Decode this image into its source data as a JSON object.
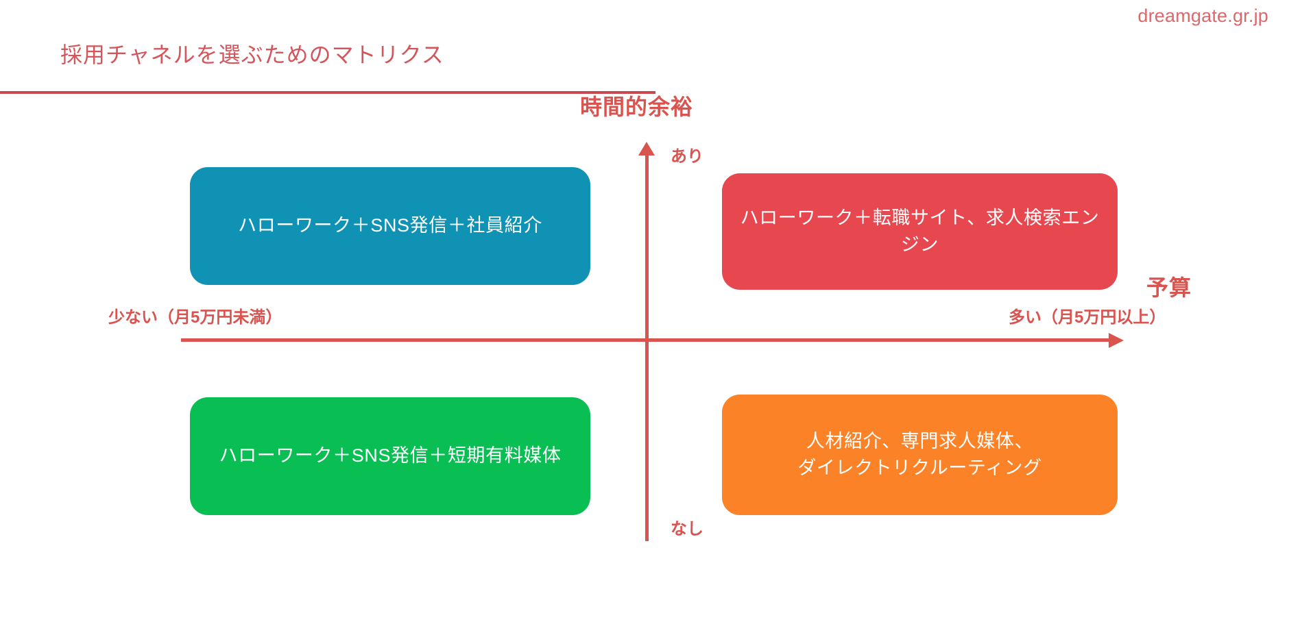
{
  "page": {
    "watermark": "dreamgate.gr.jp",
    "title": "採用チャネルを選ぶためのマトリクス"
  },
  "chart_data": {
    "type": "scatter",
    "title": "採用チャネルを選ぶためのマトリクス",
    "xlabel": "予算",
    "ylabel": "時間的余裕",
    "grid": false,
    "legend": "none",
    "x_axis": {
      "name": "予算",
      "low_label": "少ない（月5万円未満）",
      "high_label": "多い（月5万円以上）",
      "arrow": "right"
    },
    "y_axis": {
      "name": "時間的余裕",
      "high_label": "あり",
      "low_label": "なし",
      "arrow": "up"
    },
    "quadrants": [
      {
        "id": "top-left",
        "x": "少ない（月5万円未満）",
        "y": "あり",
        "label": "ハローワーク＋SNS発信＋社員紹介",
        "color": "#0f92b4"
      },
      {
        "id": "top-right",
        "x": "多い（月5万円以上）",
        "y": "あり",
        "label": "ハローワーク＋転職サイト、求人検索エンジン",
        "color": "#e7484f"
      },
      {
        "id": "bottom-left",
        "x": "少ない（月5万円未満）",
        "y": "なし",
        "label": "ハローワーク＋SNS発信＋短期有料媒体",
        "color": "#09bf53"
      },
      {
        "id": "bottom-right",
        "x": "多い（月5万円以上）",
        "y": "なし",
        "label_line1": "人材紹介、専門求人媒体、",
        "label_line2": "ダイレクトリクルーティング",
        "color": "#fb8227"
      }
    ]
  },
  "colors": {
    "accent_red": "#d9534f",
    "title_red": "#d3565d",
    "rule_red": "#c9474f",
    "watermark_red": "#d8696e",
    "teal": "#0f92b4",
    "red": "#e7484f",
    "green": "#09bf53",
    "orange": "#fb8227",
    "background": "#ffffff"
  }
}
